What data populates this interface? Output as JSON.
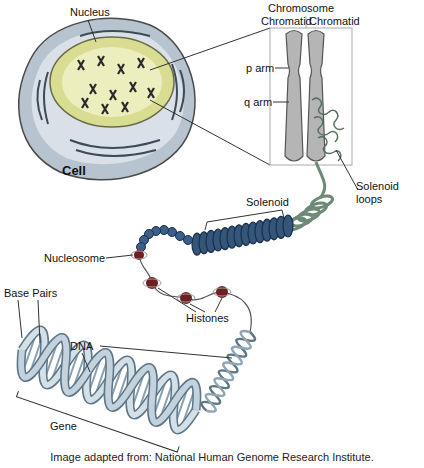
{
  "diagram": {
    "caption": "Image adapted from: National Human Genome Research Institute.",
    "labels": [
      "Nucleus",
      "Chromosome",
      "Chromatid",
      "Chromatid",
      "p arm",
      "q arm",
      "Cell",
      "Solenoid loops",
      "Solenoid",
      "Nucleosome",
      "Histones",
      "Base Pairs",
      "DNA",
      "Gene"
    ]
  }
}
